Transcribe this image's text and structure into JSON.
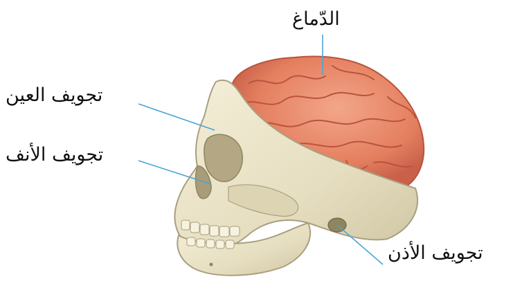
{
  "labels": {
    "brain": "الدّماغ",
    "eye_cavity": "تجويف العين",
    "nose_cavity": "تجويف الأنف",
    "ear_cavity": "تجويف الأذن"
  },
  "colors": {
    "leader_line": "#4aa3d8",
    "bone": "#ece5c8",
    "bone_shadow": "#c9c0a0",
    "brain": "#e98b6b",
    "brain_fold": "#b9533d",
    "background": "#ffffff"
  }
}
